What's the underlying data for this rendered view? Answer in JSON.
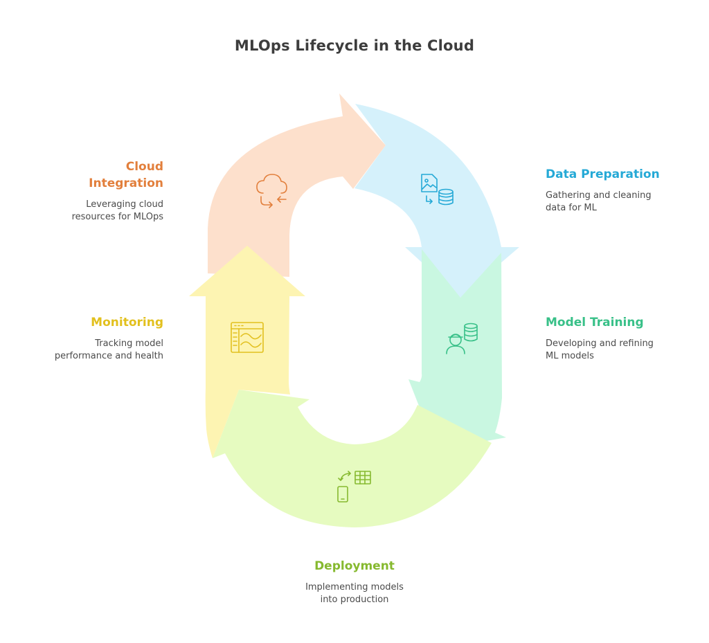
{
  "title": "MLOps Lifecycle in the Cloud",
  "stages": {
    "data_preparation": {
      "name": "Data Preparation",
      "description": "Gathering and cleaning data for ML",
      "desc_line1": "Gathering and cleaning",
      "desc_line2": "data for ML",
      "icon": "file-database-icon",
      "color": "#25a9d6",
      "fill": "#d5f1fb"
    },
    "model_training": {
      "name": "Model Training",
      "description": "Developing and refining ML models",
      "desc_line1": "Developing and refining",
      "desc_line2": "ML models",
      "icon": "engineer-database-icon",
      "color": "#38c088",
      "fill": "#c9f7e1"
    },
    "deployment": {
      "name": "Deployment",
      "description": "Implementing models into production",
      "desc_line1": "Implementing models",
      "desc_line2": "into production",
      "icon": "device-table-sync-icon",
      "color": "#86b92f",
      "fill": "#e6fbc0"
    },
    "monitoring": {
      "name": "Monitoring",
      "description": "Tracking model performance and health",
      "desc_line1": "Tracking model",
      "desc_line2": "performance and health",
      "icon": "dashboard-chart-icon",
      "color": "#e2c01e",
      "fill": "#fdf4b2"
    },
    "cloud_integration": {
      "name_line1": "Cloud",
      "name_line2": "Integration",
      "description": "Leveraging cloud resources for MLOps",
      "desc_line1": "Leveraging cloud",
      "desc_line2": "resources for MLOps",
      "icon": "cloud-sync-icon",
      "color": "#e27f3c",
      "fill": "#fde0cc"
    }
  }
}
